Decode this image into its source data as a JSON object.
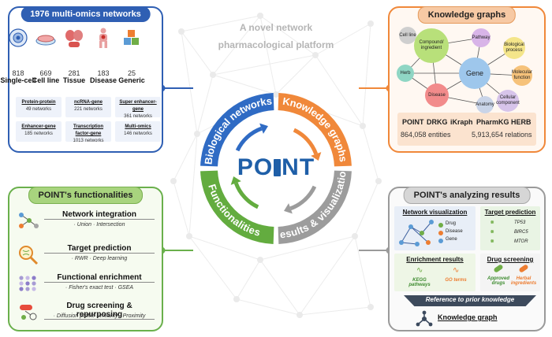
{
  "header": {
    "title_line1": "A novel network",
    "title_line2": "pharmacological platform"
  },
  "center": {
    "logo_left": "PO",
    "logo_right": "NT",
    "ring": {
      "top_left": "Biological networks",
      "top_right": "Knowledge graphs",
      "bottom_right": "Results & visualization",
      "bottom_left": "Functionalities"
    },
    "colors": {
      "blue": "#2f6bc4",
      "orange": "#f0883a",
      "gray": "#9c9c9c",
      "green": "#63ac3f",
      "logo": "#1f5fa8"
    }
  },
  "networks": {
    "title": "1976 multi-omics networks",
    "categories": [
      {
        "num": "818",
        "label": "Single-cell",
        "icon": "cell-icon"
      },
      {
        "num": "669",
        "label": "Cell line",
        "icon": "petri-dish-icon"
      },
      {
        "num": "281",
        "label": "Tissue",
        "icon": "organs-icon"
      },
      {
        "num": "183",
        "label": "Disease",
        "icon": "body-icon"
      },
      {
        "num": "25",
        "label": "Generic",
        "icon": "cubes-icon"
      }
    ],
    "types": [
      {
        "name": "Protein-protein",
        "count": "49 networks"
      },
      {
        "name": "ncRNA-gene",
        "count": "221 networks"
      },
      {
        "name": "Super enhancer-gene",
        "count": "361 networks"
      },
      {
        "name": "Enhancer-gene",
        "count": "185 networks"
      },
      {
        "name": "Transcription factor-gene",
        "count": "1013 networks"
      },
      {
        "name": "Multi-omics",
        "count": "146 networks"
      }
    ]
  },
  "knowledge": {
    "title": "Knowledge graphs",
    "nodes": [
      "Cell line",
      "Compound/ ingredient",
      "Pathway",
      "Biological process",
      "Herb",
      "Gene",
      "Molecular function",
      "Disease",
      "Anatomy",
      "Cellular component"
    ],
    "databases": [
      "POINT",
      "DRKG",
      "iKraph",
      "PharmKG",
      "HERB"
    ],
    "entities": "864,058 entities",
    "relations": "5,913,654 relations"
  },
  "functionalities": {
    "title": "POINT's functionalities",
    "items": [
      {
        "title": "Network integration",
        "sub": "· Union   · Intersection",
        "icon": "network-merge-icon"
      },
      {
        "title": "Target prediction",
        "sub": "· RWR   · Deep learning",
        "icon": "magnifier-dna-icon"
      },
      {
        "title": "Functional enrichment",
        "sub": "· Fisher's exact test   · GSEA",
        "icon": "dot-matrix-icon"
      },
      {
        "title": "Drug screening & repurposing",
        "sub": "· Diffusion profile similarity   · Proximity",
        "icon": "pill-molecule-icon"
      }
    ]
  },
  "results": {
    "title": "POINT's analyzing results",
    "network_vis": {
      "title": "Network visualization",
      "legend": [
        "Drug",
        "Disease",
        "Gene"
      ]
    },
    "target_pred": {
      "title": "Target prediction",
      "genes": [
        "TP53",
        "BIRC5",
        "MTOR"
      ]
    },
    "enrichment": {
      "title": "Enrichment results",
      "items": [
        "KEGG pathways",
        "GO terms"
      ]
    },
    "drug_screen": {
      "title": "Drug screening",
      "items": [
        "Approved drugs",
        "Herbal ingredients"
      ]
    },
    "banner": "Reference to prior knowledge",
    "kg_label": "Knowledge graph"
  }
}
